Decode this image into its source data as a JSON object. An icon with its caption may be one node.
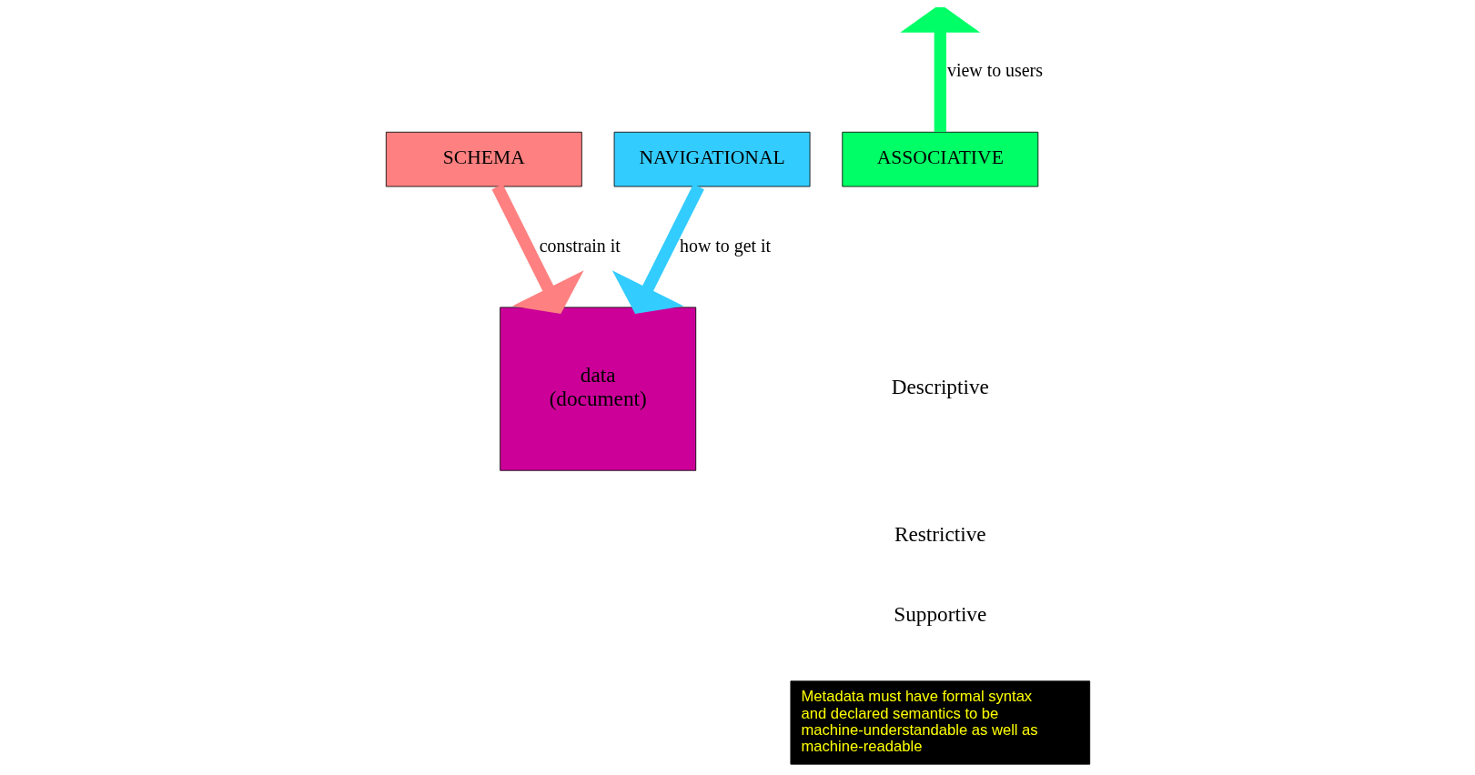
{
  "diagram": {
    "nodes": [
      {
        "text": [
          "SCHEMA"
        ]
      },
      {
        "text": [
          "NAVIGATIONAL"
        ]
      },
      {
        "text": [
          "ASSOCIATIVE"
        ]
      },
      {
        "text": [
          "data (document)"
        ]
      },
      {
        "text": [
          "Metadata must have formal syntax and declared semantics to be machine-understandable as well as machine-readable"
        ]
      }
    ],
    "edges": [
      {
        "from": 0,
        "to": 3,
        "arrow": "to",
        "label": "constrain it",
        "color": "#ff8080"
      },
      {
        "from": 1,
        "to": 3,
        "arrow": "to",
        "label": "how to get it",
        "color": "#33ccff"
      },
      {
        "from": 2,
        "to": null,
        "arrow": "to",
        "label": "view to users",
        "color": "#00ff66"
      }
    ],
    "labels": [
      "Descriptive",
      "Restrictive",
      "Supportive"
    ]
  }
}
